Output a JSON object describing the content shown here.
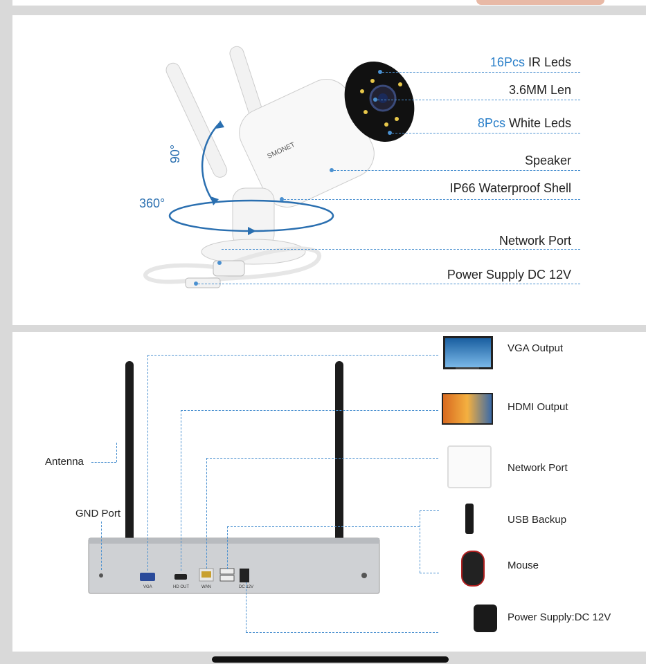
{
  "camera_panel": {
    "features": [
      {
        "highlight": "16Pcs",
        "text": " IR Leds"
      },
      {
        "highlight": "",
        "text": "3.6MM Len"
      },
      {
        "highlight": "8Pcs",
        "text": " White Leds"
      },
      {
        "highlight": "",
        "text": "Speaker"
      },
      {
        "highlight": "",
        "text": "IP66 Waterproof Shell"
      },
      {
        "highlight": "",
        "text": "Network Port"
      },
      {
        "highlight": "",
        "text": "Power Supply DC 12V"
      }
    ],
    "tilt_label": "90°",
    "pan_label": "360°",
    "brand": "SMONET"
  },
  "nvr_panel": {
    "left_labels": [
      "Antenna",
      "GND Port"
    ],
    "port_labels": [
      "VGA",
      "HD OUT",
      "WAN",
      "",
      "DC 12V"
    ],
    "devices": [
      {
        "label": "VGA Output",
        "icon": "monitor-icon"
      },
      {
        "label": "HDMI Output",
        "icon": "tv-icon"
      },
      {
        "label": "Network Port",
        "icon": "router-icon"
      },
      {
        "label": "USB Backup",
        "icon": "usb-drive-icon"
      },
      {
        "label": "Mouse",
        "icon": "mouse-icon"
      },
      {
        "label": "Power Supply:DC 12V",
        "icon": "power-adapter-icon"
      }
    ]
  },
  "colors": {
    "accent": "#2a7fc9",
    "background": "#d9d9d9"
  }
}
